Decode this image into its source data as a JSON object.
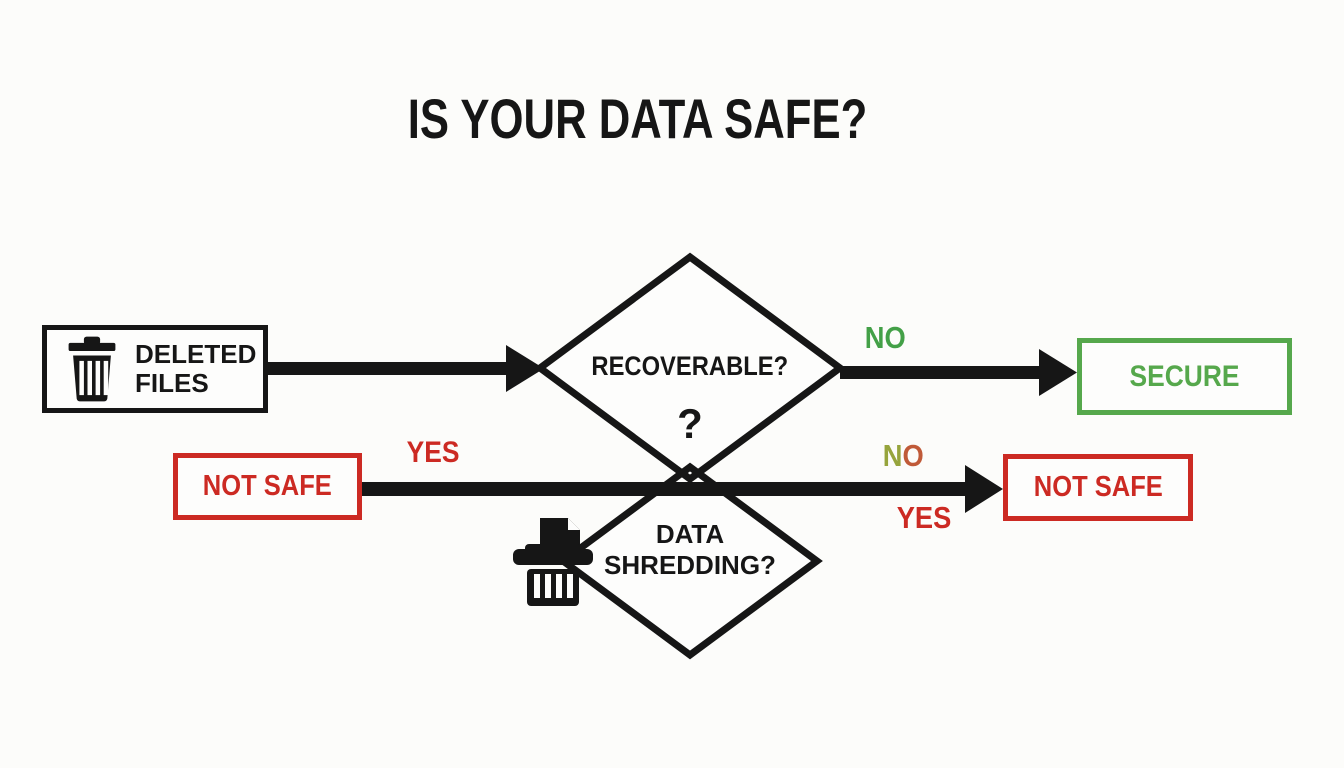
{
  "palette": {
    "background": "#fcfcfa",
    "ink": "#161616",
    "green": "#43a047",
    "secure_green": "#56a84c",
    "red": "#cc2a23",
    "no_right_n_color": "#96a43c",
    "no_right_o_color": "#c05a38"
  },
  "title": "IS YOUR DATA SAFE?",
  "flowchart": {
    "deleted_files": {
      "label": "DELETED FILES",
      "icon": "trash-icon"
    },
    "recoverable": {
      "label": "RECOVERABLE?",
      "question_mark": "?"
    },
    "branch_no_top": {
      "label": "NO",
      "color": "#43a047"
    },
    "secure": {
      "label": "SECURE",
      "color": "#56a84c"
    },
    "not_safe_left": {
      "label": "NOT SAFE",
      "color": "#cc2a23"
    },
    "branch_yes_left": {
      "label": "YES",
      "color": "#cc2a23"
    },
    "data_shredding": {
      "label": "DATA SHREDDING?",
      "icon": "shredder-icon"
    },
    "branch_no_right": {
      "char1": "N",
      "char2": "O",
      "char1_color": "#96a43c",
      "char2_color": "#c05a38"
    },
    "branch_yes_right": {
      "label": "YES",
      "color": "#cc2a23"
    },
    "not_safe_right": {
      "label": "NOT SAFE",
      "color": "#cc2a23"
    }
  }
}
